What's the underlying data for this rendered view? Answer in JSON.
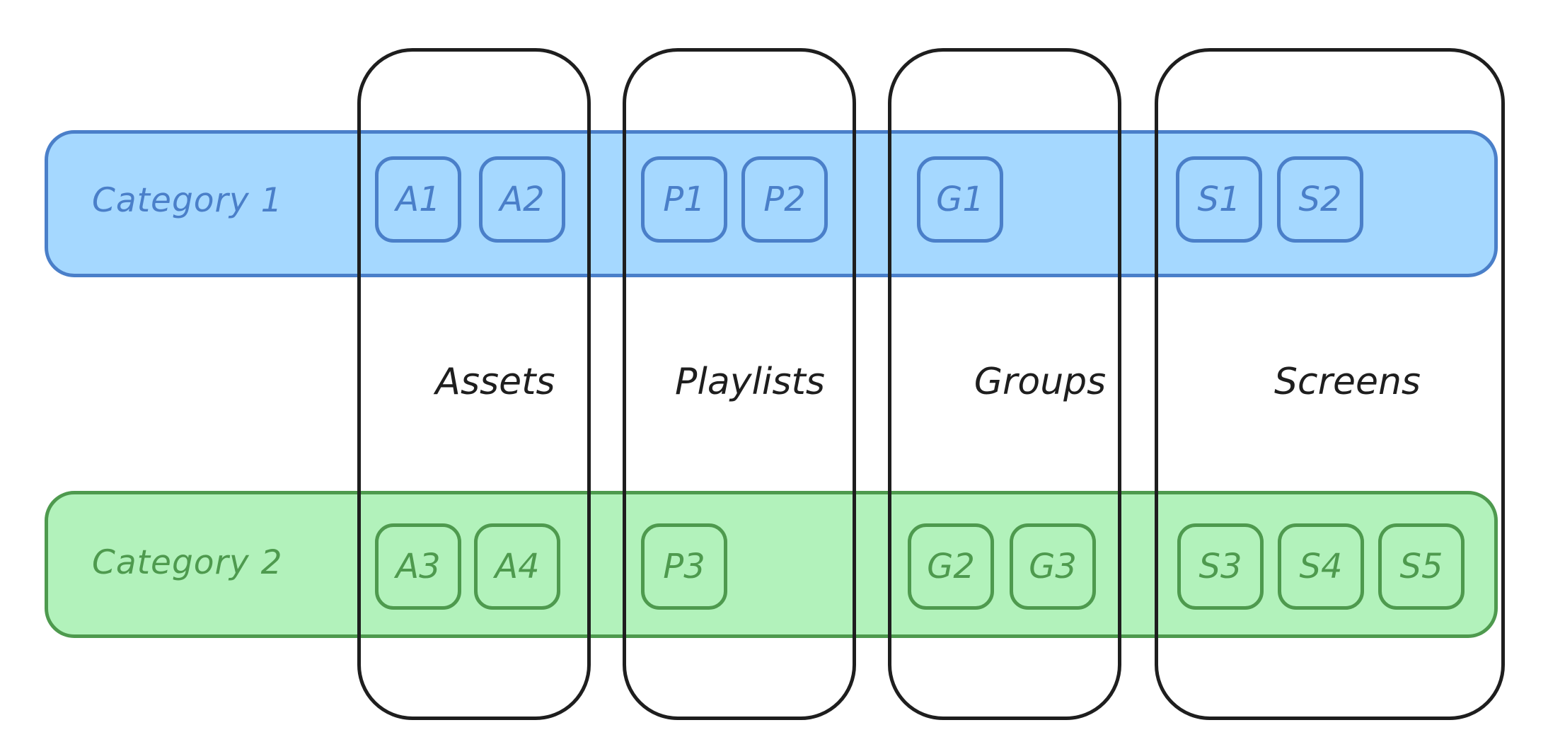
{
  "colors": {
    "category_1_fill": "#a5d8ff",
    "category_1_stroke": "#4a7fc9",
    "category_2_fill": "#b2f2bb",
    "category_2_stroke": "#4e9a4e",
    "column_stroke": "#1e1e1e"
  },
  "categories": [
    {
      "label": "Category 1"
    },
    {
      "label": "Category 2"
    }
  ],
  "columns": [
    {
      "title": "Assets"
    },
    {
      "title": "Playlists"
    },
    {
      "title": "Groups"
    },
    {
      "title": "Screens"
    }
  ],
  "items": {
    "a1": "A1",
    "a2": "A2",
    "p1": "P1",
    "p2": "P2",
    "g1": "G1",
    "s1": "S1",
    "s2": "S2",
    "a3": "A3",
    "a4": "A4",
    "p3": "P3",
    "g2": "G2",
    "g3": "G3",
    "s3": "S3",
    "s4": "S4",
    "s5": "S5"
  }
}
